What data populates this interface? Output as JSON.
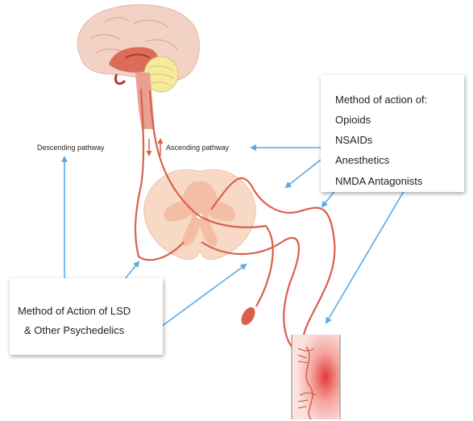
{
  "labels": {
    "descending": "Descending pathway",
    "ascending": "Ascending pathway"
  },
  "right_box": {
    "heading": "Method of action of:",
    "items": [
      "Opioids",
      "NSAIDs",
      "Anesthetics",
      "NMDA Antagonists"
    ]
  },
  "left_box": {
    "line1": "Method of Action of LSD",
    "line2": "& Other Psychedelics"
  },
  "colors": {
    "arrow": "#5aa9e6",
    "nerve": "#d9604c",
    "cord": "#f5cdb6",
    "brain_outer": "#f3d2c6",
    "cerebellum": "#f6eaa0"
  }
}
